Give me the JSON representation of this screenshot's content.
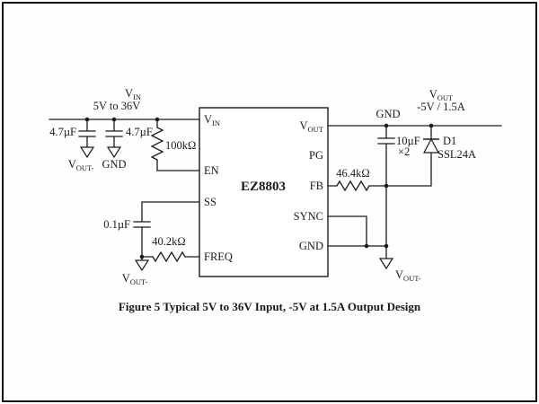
{
  "caption": "Figure 5 Typical 5V to 36V Input, -5V at 1.5A Output Design",
  "ic": {
    "part": "EZ8803",
    "pins": {
      "vin_main": "V",
      "vin_sub": "IN",
      "en": "EN",
      "ss": "SS",
      "freq": "FREQ",
      "vout_main": "V",
      "vout_sub": "OUT",
      "pg": "PG",
      "fb": "FB",
      "sync": "SYNC",
      "gnd": "GND"
    }
  },
  "input": {
    "rail_main": "V",
    "rail_sub": "IN",
    "range": "5V to 36V",
    "cin1": "4.7µF",
    "cin2": "4.7µF",
    "cin1_gnd_main": "V",
    "cin1_gnd_sub": "OUT-",
    "cin2_gnd": "GND",
    "ren": "100kΩ"
  },
  "soft_start": {
    "css": "0.1µF"
  },
  "freq_set": {
    "rfreq": "40.2kΩ",
    "gnd_main": "V",
    "gnd_sub": "OUT-"
  },
  "output": {
    "gnd_rail": "GND",
    "rail_main": "V",
    "rail_sub": "OUT",
    "spec": "-5V / 1.5A",
    "cout": "10µF",
    "cout_qty": "×2",
    "d1_ref": "D1",
    "d1_part": "SSL24A",
    "rfb": "46.4kΩ",
    "gnd_main": "V",
    "gnd_sub": "OUT-"
  }
}
